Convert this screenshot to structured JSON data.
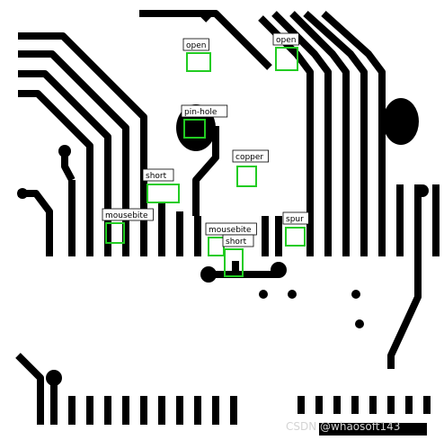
{
  "image": {
    "colors": {
      "background": "#ffffff",
      "board": "#000000",
      "box": "#22cc22",
      "label_bg": "#ffffff",
      "label_border": "#000000"
    }
  },
  "detections": [
    {
      "label": "open"
    },
    {
      "label": "open"
    },
    {
      "label": "pin-hole"
    },
    {
      "label": "copper"
    },
    {
      "label": "short"
    },
    {
      "label": "mousebite"
    },
    {
      "label": "mousebite"
    },
    {
      "label": "short"
    },
    {
      "label": "spur"
    }
  ],
  "watermark": {
    "text": "CSDN @whaosoft143"
  }
}
